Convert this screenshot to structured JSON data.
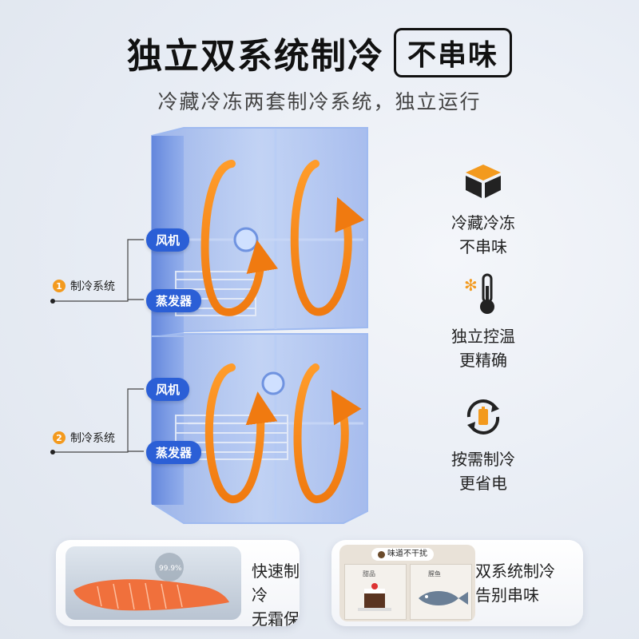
{
  "title": "独立双系统制冷",
  "title_tag": "不串味",
  "subtitle": "冷藏冷冻两套制冷系统，独立运行",
  "systems": [
    {
      "number": "1",
      "label": "制冷系统",
      "fan": "风机",
      "evaporator": "蒸发器"
    },
    {
      "number": "2",
      "label": "制冷系统",
      "fan": "风机",
      "evaporator": "蒸发器"
    }
  ],
  "features": [
    {
      "icon": "box-icon",
      "line1": "冷藏冷冻",
      "line2": "不串味"
    },
    {
      "icon": "thermometer-snow-icon",
      "line1": "独立控温",
      "line2": "更精确"
    },
    {
      "icon": "battery-cycle-icon",
      "line1": "按需制冷",
      "line2": "更省电"
    }
  ],
  "cards": [
    {
      "image": "salmon-on-ice",
      "line1": "快速制冷",
      "line2": "无霜保鲜",
      "screen_text": "99.9%"
    },
    {
      "image": "fridge-compartments",
      "header": "味道不干扰",
      "left_label": "甜品",
      "right_label": "腥鱼",
      "line1": "双系统制冷",
      "line2": "告别串味"
    }
  ],
  "colors": {
    "accent": "#f39a1e",
    "blue": "#2b5fd6",
    "fridge": "#7fa4ee"
  }
}
